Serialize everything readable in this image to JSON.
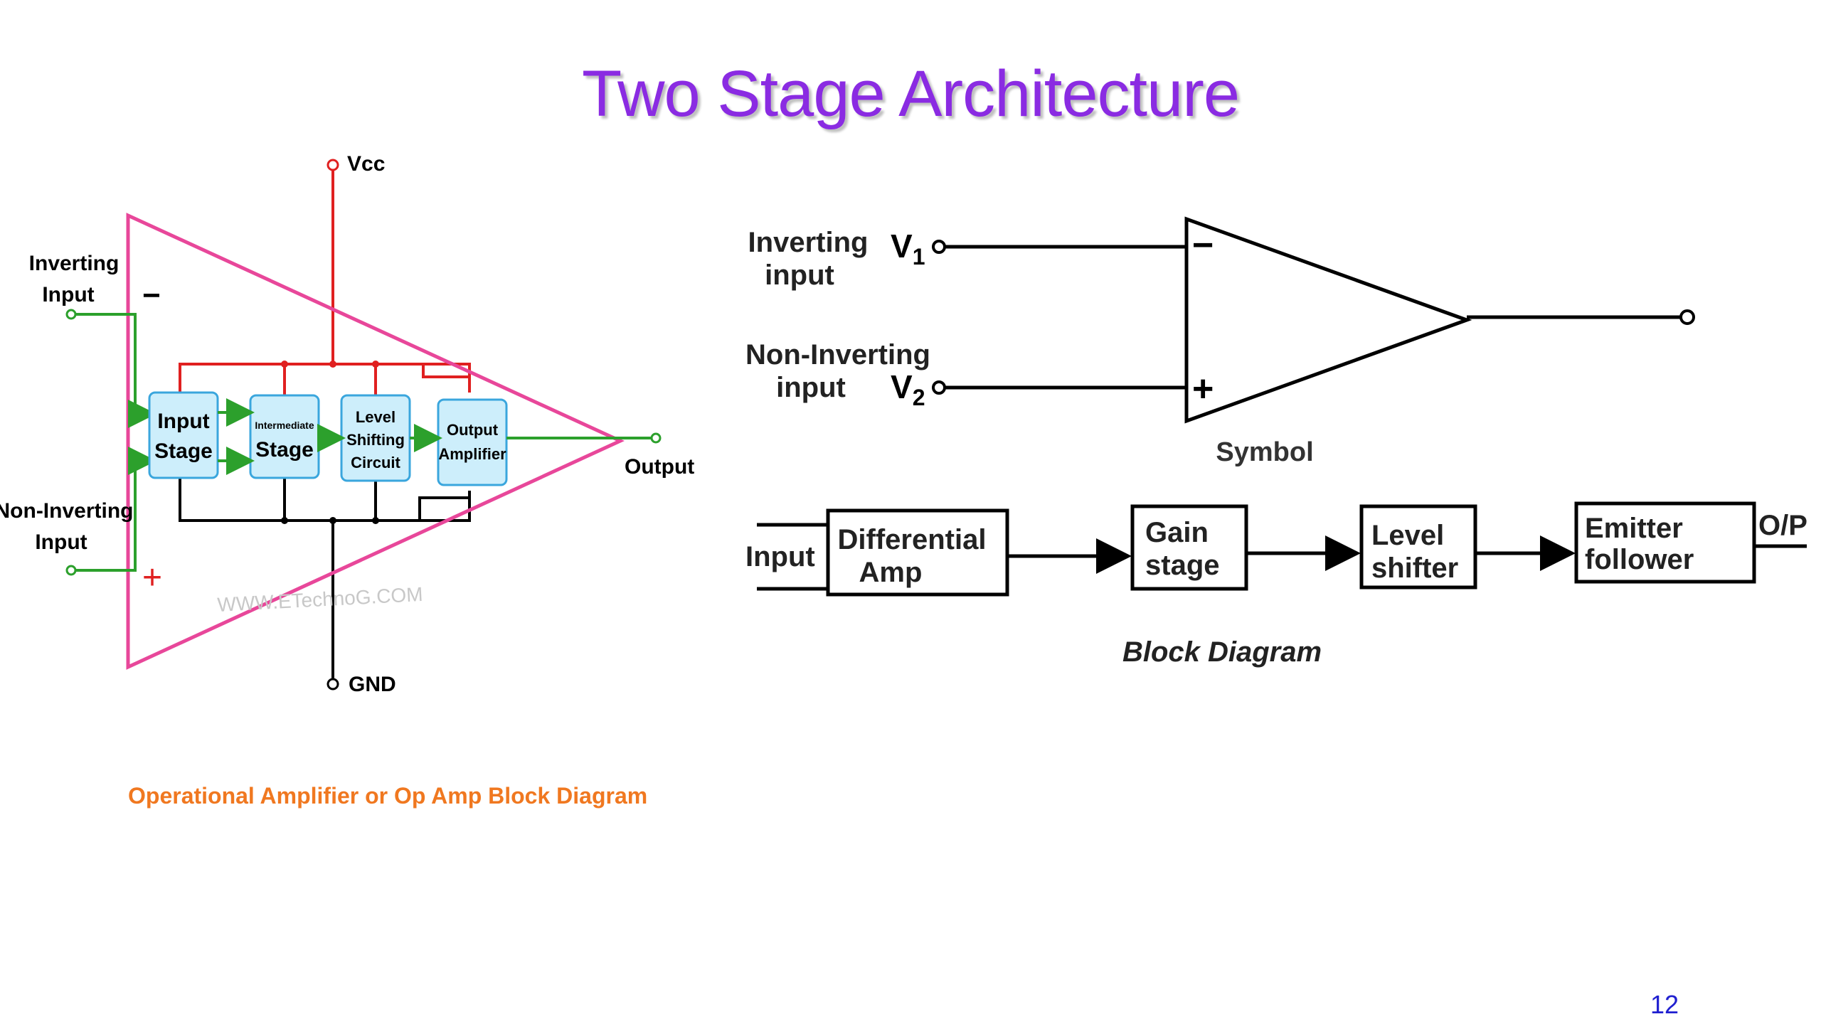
{
  "slide": {
    "title": "Two Stage Architecture",
    "page_number": "12"
  },
  "left_diagram": {
    "vcc_label": "Vcc",
    "gnd_label": "GND",
    "inverting_label_line1": "Inverting",
    "inverting_label_line2": "Input",
    "noninverting_label_line1": "Non-Inverting",
    "noninverting_label_line2": "Input",
    "minus_sign": "−",
    "plus_sign": "+",
    "output_label": "Output",
    "watermark": "WWW.ETechnoG.COM",
    "caption": "Operational Amplifier or Op Amp Block Diagram",
    "blocks": {
      "input_stage_1": "Input",
      "input_stage_2": "Stage",
      "intermediate_1": "Intermediate",
      "intermediate_2": "Stage",
      "level_shift_1": "Level",
      "level_shift_2": "Shifting",
      "level_shift_3": "Circuit",
      "output_amp_1": "Output",
      "output_amp_2": "Amplifier"
    },
    "colors": {
      "triangle": "#e8479a",
      "vcc_rail": "#e02020",
      "signal": "#2ca02c",
      "block_fill": "#cdeefb",
      "block_border": "#3aa6dd",
      "caption": "#f07820"
    }
  },
  "symbol_diagram": {
    "inverting_line1": "Inverting",
    "inverting_line2": "input",
    "v1_main": "V",
    "v1_sub": "1",
    "noninverting_line1": "Non-Inverting",
    "noninverting_line2": "input",
    "v2_main": "V",
    "v2_sub": "2",
    "minus_sign": "−",
    "plus_sign": "+",
    "caption": "Symbol"
  },
  "block_diagram": {
    "input_label": "Input",
    "diff_amp_1": "Differential",
    "diff_amp_2": "Amp",
    "gain_1": "Gain",
    "gain_2": "stage",
    "level_1": "Level",
    "level_2": "shifter",
    "emitter_1": "Emitter",
    "emitter_2": "follower",
    "output_label": "O/P",
    "caption": "Block Diagram"
  }
}
